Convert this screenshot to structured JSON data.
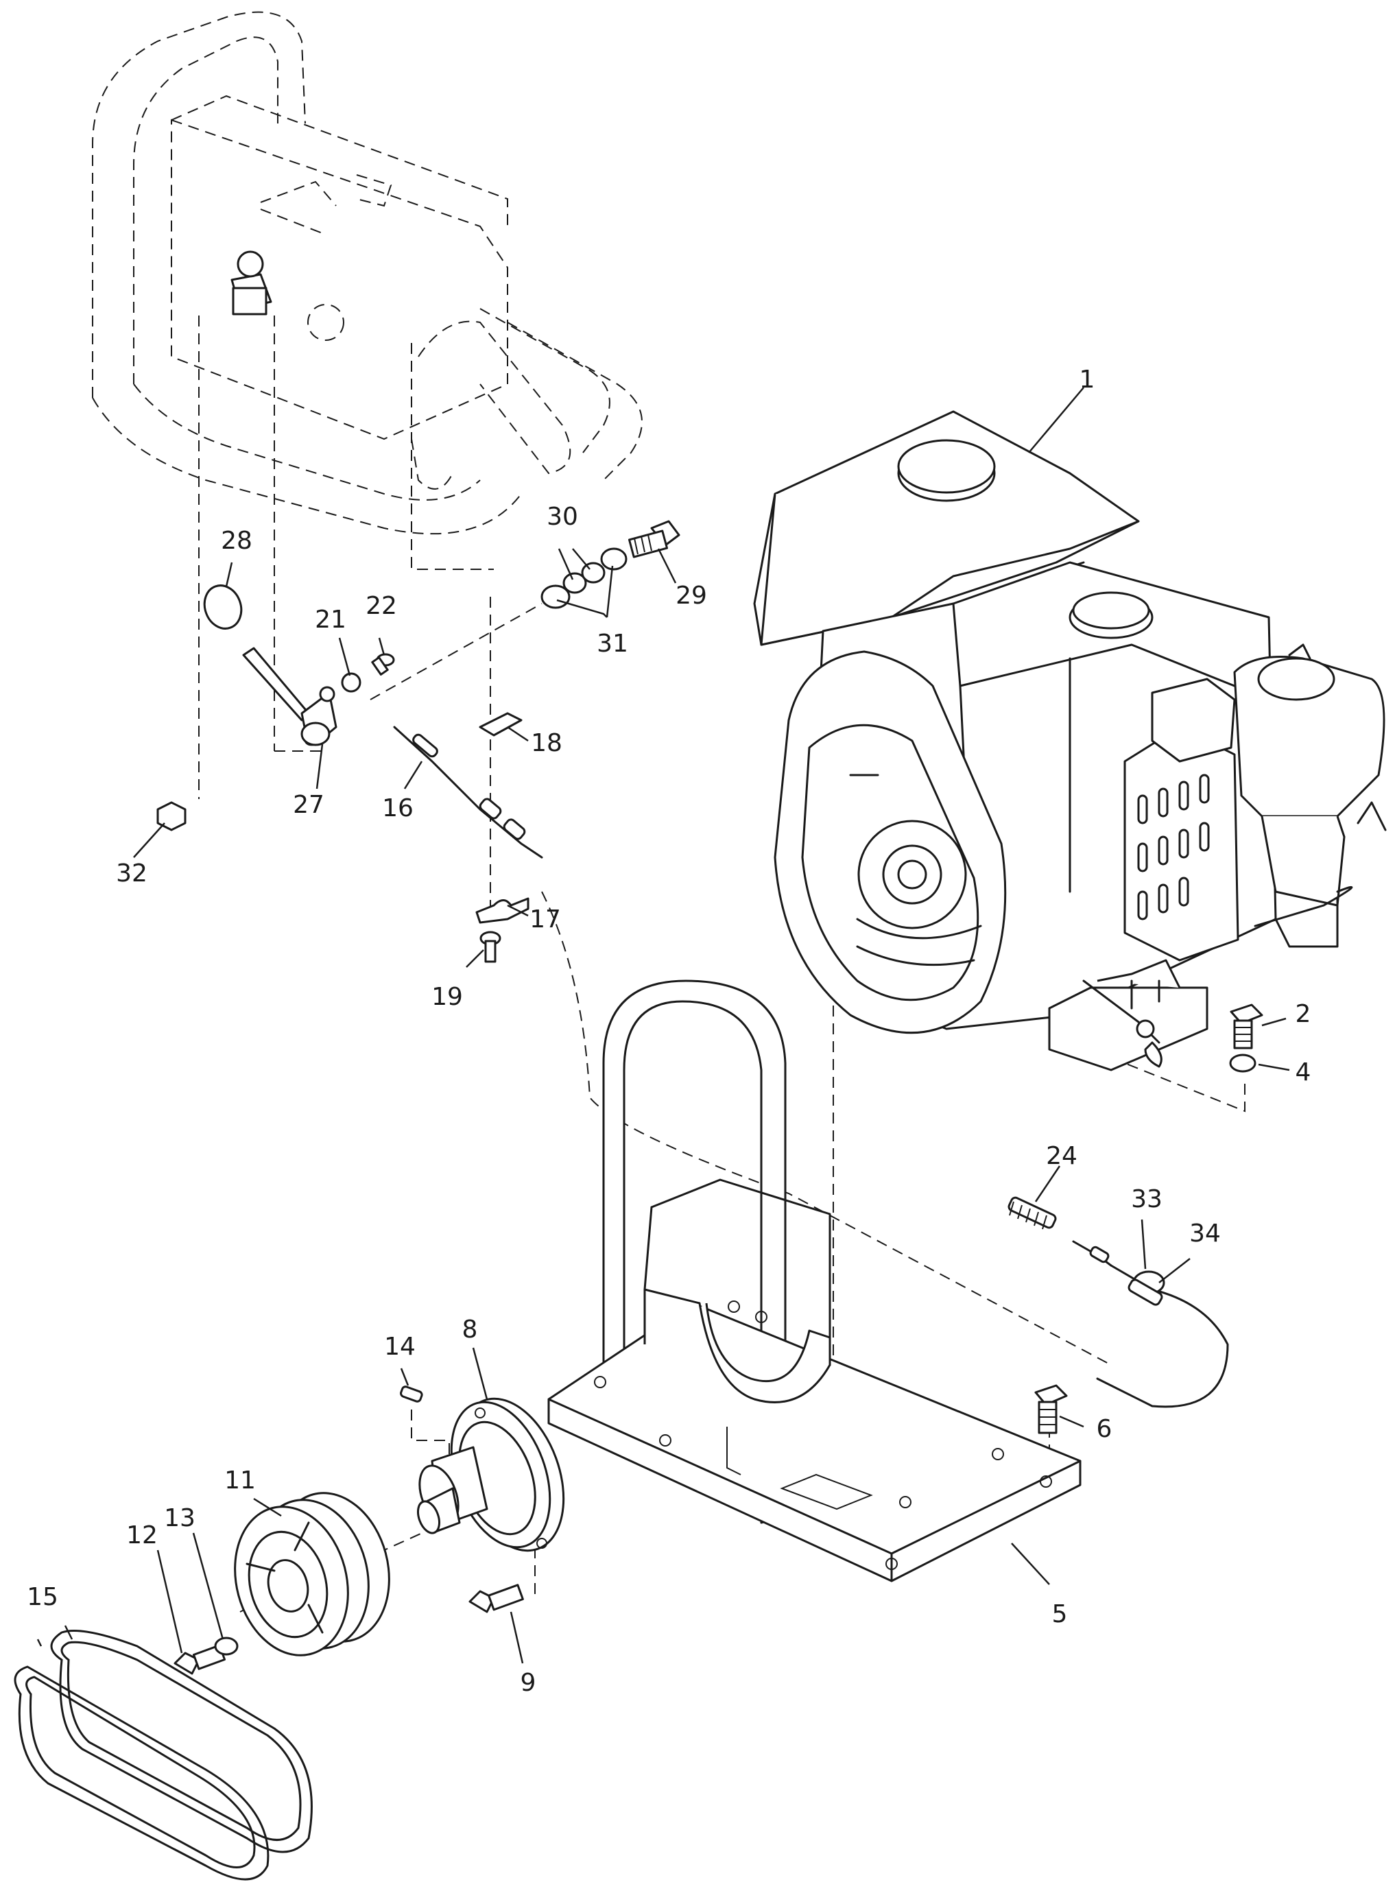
{
  "callouts": [
    {
      "id": "1",
      "text": "1"
    },
    {
      "id": "2",
      "text": "2"
    },
    {
      "id": "4",
      "text": "4"
    },
    {
      "id": "5",
      "text": "5"
    },
    {
      "id": "6",
      "text": "6"
    },
    {
      "id": "8",
      "text": "8"
    },
    {
      "id": "9",
      "text": "9"
    },
    {
      "id": "11",
      "text": "11"
    },
    {
      "id": "12",
      "text": "12"
    },
    {
      "id": "13",
      "text": "13"
    },
    {
      "id": "14",
      "text": "14"
    },
    {
      "id": "15",
      "text": "15"
    },
    {
      "id": "16",
      "text": "16"
    },
    {
      "id": "17",
      "text": "17"
    },
    {
      "id": "18",
      "text": "18"
    },
    {
      "id": "19",
      "text": "19"
    },
    {
      "id": "21",
      "text": "21"
    },
    {
      "id": "22",
      "text": "22"
    },
    {
      "id": "24",
      "text": "24"
    },
    {
      "id": "27",
      "text": "27"
    },
    {
      "id": "28",
      "text": "28"
    },
    {
      "id": "29",
      "text": "29"
    },
    {
      "id": "30",
      "text": "30"
    },
    {
      "id": "31",
      "text": "31"
    },
    {
      "id": "32",
      "text": "32"
    },
    {
      "id": "33",
      "text": "33"
    },
    {
      "id": "34",
      "text": "34"
    }
  ]
}
